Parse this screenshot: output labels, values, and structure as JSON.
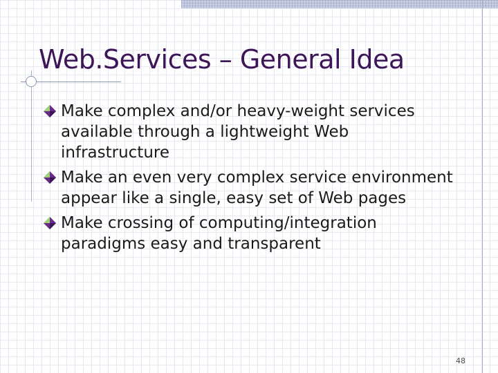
{
  "slide": {
    "title": "Web.Services – General Idea",
    "bullets": [
      "Make complex and/or heavy-weight services available through a lightweight Web infrastructure",
      "Make an even very complex service environment appear like a single, easy set of Web pages",
      "Make crossing of computing/integration paradigms easy and transparent"
    ],
    "bullet_icon": "diamond-bullet-icon",
    "page_number": "48"
  },
  "colors": {
    "title": "#3d1658",
    "body_text": "#1a1a1a",
    "grid": "#e6e9f2",
    "accent_lines": "#8c95b8",
    "bullet_purple": "#6a2a8c",
    "bullet_green": "#5a9a3a"
  }
}
